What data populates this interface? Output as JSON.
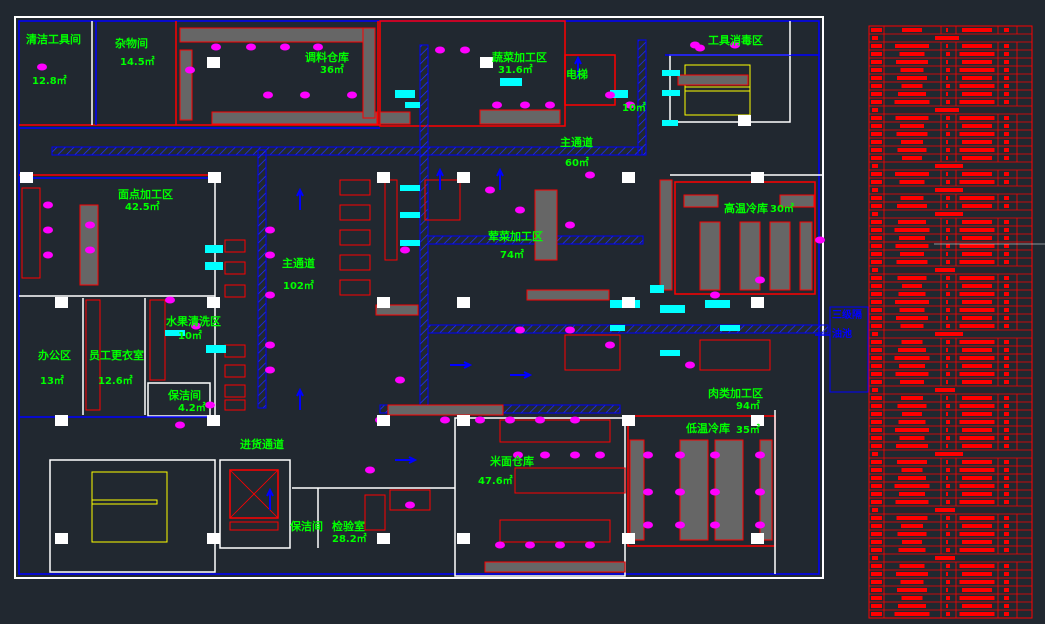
{
  "drawing": {
    "rooms": [
      {
        "name": "清洁工具间",
        "area": "12.8㎡"
      },
      {
        "name": "杂物间",
        "area": "14.5㎡"
      },
      {
        "name": "调料仓库",
        "area": "36㎡"
      },
      {
        "name": "蔬菜加工区",
        "area": "31.6㎡"
      },
      {
        "name": "电梯",
        "area": "10㎡"
      },
      {
        "name": "工具消毒区",
        "area": ""
      },
      {
        "name": "主通道",
        "area": "60㎡"
      },
      {
        "name": "高温冷库",
        "area": "30㎡"
      },
      {
        "name": "荤菜加工区",
        "area": "74㎡"
      },
      {
        "name": "面点加工区",
        "area": "42.5㎡"
      },
      {
        "name": "主通道",
        "area": "102㎡"
      },
      {
        "name": "水果清洗区",
        "area": "10㎡"
      },
      {
        "name": "办公区",
        "area": "13㎡"
      },
      {
        "name": "员工更衣室",
        "area": "12.6㎡"
      },
      {
        "name": "保洁间",
        "area": "4.2㎡"
      },
      {
        "name": "进货通道",
        "area": ""
      },
      {
        "name": "米面仓库",
        "area": "47.6㎡"
      },
      {
        "name": "肉类加工区",
        "area": "94㎡"
      },
      {
        "name": "低温冷库",
        "area": "35㎡"
      },
      {
        "name": "保洁间",
        "area": ""
      },
      {
        "name": "检验室",
        "area": "28.2㎡"
      }
    ],
    "grease_trap": {
      "line1": "三级隔",
      "line2": "油池"
    }
  },
  "colors": {
    "background": "#212830",
    "wall_blue": "#0000ff",
    "wall_red": "#ff0000",
    "label_green": "#00ff00",
    "equipment_magenta": "#ff00ff",
    "pipe_cyan": "#00ffff",
    "stair_yellow": "#ffff00",
    "shelf_gray": "#666666"
  }
}
